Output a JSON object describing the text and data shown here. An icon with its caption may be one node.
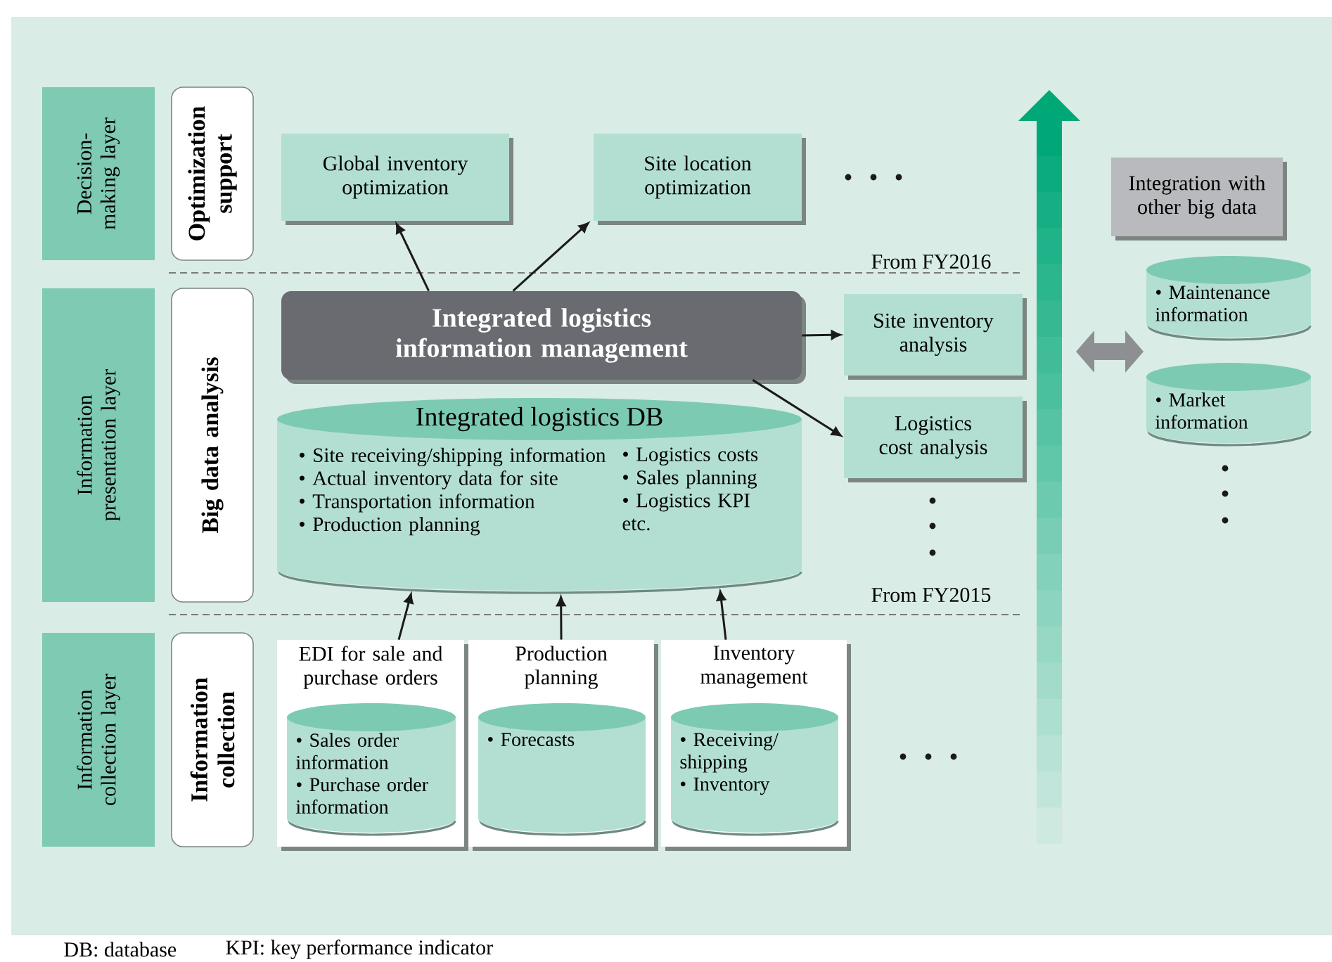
{
  "diagram": {
    "nodes": [
      {
        "text": [
          "Decision-making layer"
        ]
      },
      {
        "text": [
          "Optimization support"
        ]
      },
      {
        "text": [
          "Information presentation layer"
        ]
      },
      {
        "text": [
          "Big data analysis"
        ]
      },
      {
        "text": [
          "Information collection layer"
        ]
      },
      {
        "text": [
          "Information collection"
        ]
      },
      {
        "text": [
          "Global inventory optimization"
        ]
      },
      {
        "text": [
          "Site location optimization"
        ]
      },
      {
        "text": [
          "Integrated logistics information management"
        ]
      },
      {
        "text": [
          "Site inventory analysis"
        ]
      },
      {
        "text": [
          "Logistics cost analysis"
        ]
      },
      {
        "text": [
          "Integrated logistics DB",
          "• Site receiving/shipping information",
          "• Actual inventory data for site",
          "• Transportation information",
          "• Production planning",
          "• Logistics costs",
          "• Sales planning",
          "• Logistics KPI",
          "etc."
        ]
      },
      {
        "text": [
          "EDI for sale and purchase orders"
        ]
      },
      {
        "text": [
          "• Sales order information",
          "• Purchase order information"
        ],
        "in": 12
      },
      {
        "text": [
          "Production planning"
        ]
      },
      {
        "text": [
          "• Forecasts"
        ],
        "in": 14
      },
      {
        "text": [
          "Inventory management"
        ]
      },
      {
        "text": [
          "• Receiving/ shipping",
          "• Inventory"
        ],
        "in": 16
      },
      {
        "text": [
          "Integration with other big data"
        ]
      },
      {
        "text": [
          "• Maintenance information"
        ]
      },
      {
        "text": [
          "• Market information"
        ]
      }
    ],
    "edges": [
      {
        "from": 8,
        "to": 6,
        "arrow": "to"
      },
      {
        "from": 8,
        "to": 7,
        "arrow": "to"
      },
      {
        "from": 8,
        "to": 9,
        "arrow": "to"
      },
      {
        "from": 8,
        "to": 10,
        "arrow": "to"
      },
      {
        "from": 12,
        "to": 11,
        "arrow": "to"
      },
      {
        "from": 14,
        "to": 11,
        "arrow": "to"
      },
      {
        "from": 16,
        "to": 11,
        "arrow": "to"
      }
    ],
    "labels": [
      "From FY2016",
      "From FY2015",
      "DB: database",
      "KPI: key performance indicator"
    ]
  }
}
